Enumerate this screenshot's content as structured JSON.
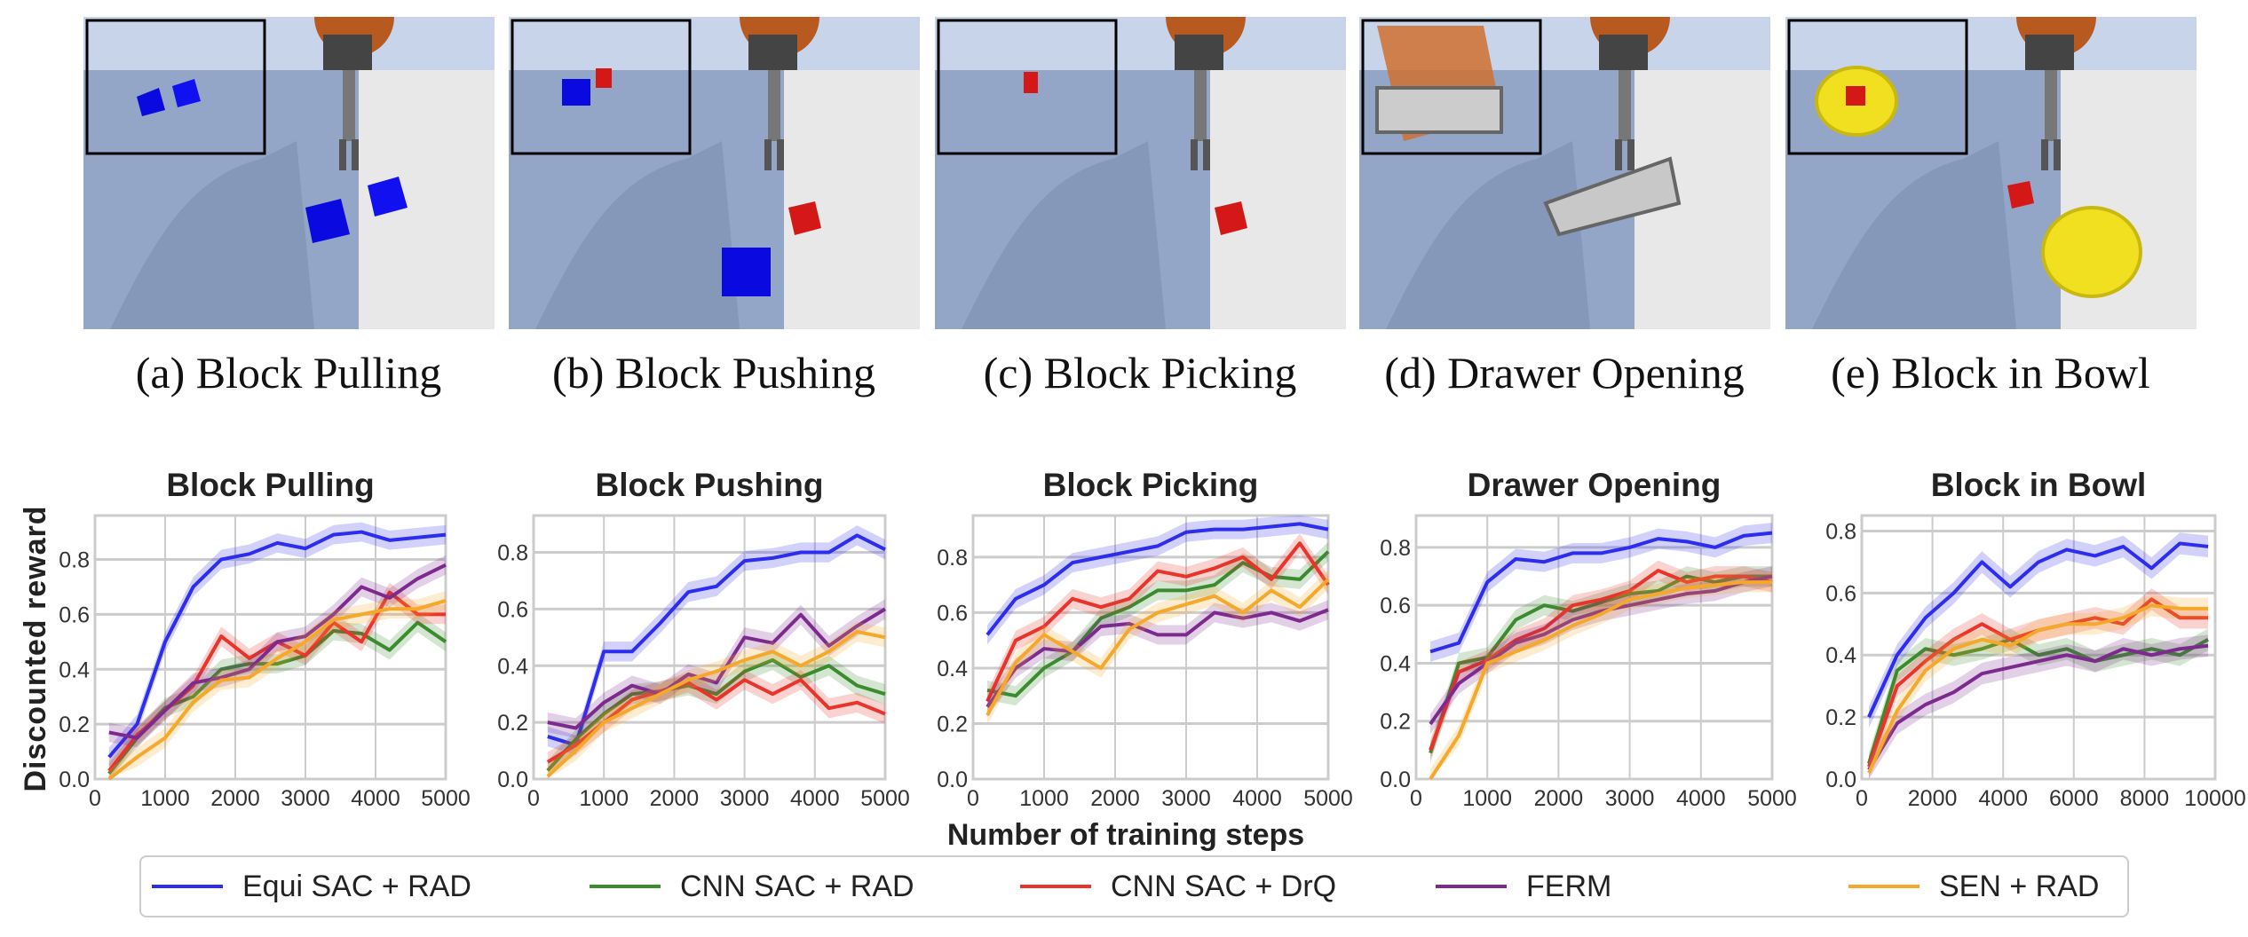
{
  "colors": {
    "equi": "#2d2df0",
    "cnn_rad": "#3b8b2f",
    "cnn_drq": "#e8342a",
    "ferm": "#7d2a8f",
    "sen": "#f5a82a"
  },
  "scenes": [
    {
      "caption": "(a) Block Pulling",
      "task": "pulling"
    },
    {
      "caption": "(b) Block Pushing",
      "task": "pushing"
    },
    {
      "caption": "(c) Block Picking",
      "task": "picking"
    },
    {
      "caption": "(d) Drawer Opening",
      "task": "drawer"
    },
    {
      "caption": "(e) Block in Bowl",
      "task": "bowl"
    }
  ],
  "axis": {
    "ylabel": "Discounted reward",
    "xlabel": "Number of training steps"
  },
  "legend": [
    {
      "key": "equi",
      "label": "Equi SAC + RAD"
    },
    {
      "key": "cnn_rad",
      "label": "CNN SAC + RAD"
    },
    {
      "key": "cnn_drq",
      "label": "CNN SAC + DrQ"
    },
    {
      "key": "ferm",
      "label": "FERM"
    },
    {
      "key": "sen",
      "label": "SEN + RAD"
    }
  ],
  "chart_data": [
    {
      "type": "line",
      "title": "Block Pulling",
      "xlim": [
        0,
        5000
      ],
      "ylim": [
        0,
        0.96
      ],
      "xticks": [
        0,
        1000,
        2000,
        3000,
        4000,
        5000
      ],
      "yticks": [
        0.0,
        0.2,
        0.4,
        0.6,
        0.8
      ],
      "grid": true,
      "x": [
        200,
        600,
        1000,
        1400,
        1800,
        2200,
        2600,
        3000,
        3400,
        3800,
        4200,
        4600,
        5000
      ],
      "series": [
        {
          "key": "equi",
          "name": "Equi SAC + RAD",
          "values": [
            0.08,
            0.2,
            0.5,
            0.7,
            0.8,
            0.82,
            0.86,
            0.84,
            0.89,
            0.9,
            0.87,
            0.88,
            0.89
          ]
        },
        {
          "key": "cnn_rad",
          "name": "CNN SAC + RAD",
          "values": [
            0.02,
            0.15,
            0.26,
            0.3,
            0.4,
            0.42,
            0.42,
            0.45,
            0.54,
            0.53,
            0.47,
            0.57,
            0.5
          ]
        },
        {
          "key": "cnn_drq",
          "name": "CNN SAC + DrQ",
          "values": [
            0.03,
            0.16,
            0.25,
            0.34,
            0.52,
            0.44,
            0.5,
            0.45,
            0.57,
            0.5,
            0.68,
            0.6,
            0.6
          ]
        },
        {
          "key": "ferm",
          "name": "FERM",
          "values": [
            0.17,
            0.15,
            0.25,
            0.35,
            0.37,
            0.4,
            0.5,
            0.52,
            0.6,
            0.7,
            0.66,
            0.73,
            0.78
          ]
        },
        {
          "key": "sen",
          "name": "SEN + RAD",
          "values": [
            0.0,
            0.08,
            0.15,
            0.28,
            0.36,
            0.37,
            0.44,
            0.5,
            0.58,
            0.6,
            0.62,
            0.62,
            0.65
          ]
        }
      ]
    },
    {
      "type": "line",
      "title": "Block Pushing",
      "xlim": [
        0,
        5000
      ],
      "ylim": [
        0,
        0.93
      ],
      "xticks": [
        0,
        1000,
        2000,
        3000,
        4000,
        5000
      ],
      "yticks": [
        0.0,
        0.2,
        0.4,
        0.6,
        0.8
      ],
      "grid": true,
      "x": [
        200,
        600,
        1000,
        1400,
        1800,
        2200,
        2600,
        3000,
        3400,
        3800,
        4200,
        4600,
        5000
      ],
      "series": [
        {
          "key": "equi",
          "name": "Equi SAC + RAD",
          "values": [
            0.15,
            0.12,
            0.45,
            0.45,
            0.55,
            0.66,
            0.68,
            0.77,
            0.78,
            0.8,
            0.8,
            0.86,
            0.81
          ]
        },
        {
          "key": "cnn_rad",
          "name": "CNN SAC + RAD",
          "values": [
            0.03,
            0.14,
            0.23,
            0.3,
            0.31,
            0.33,
            0.3,
            0.38,
            0.42,
            0.36,
            0.4,
            0.33,
            0.3
          ]
        },
        {
          "key": "cnn_drq",
          "name": "CNN SAC + DrQ",
          "values": [
            0.06,
            0.12,
            0.2,
            0.28,
            0.31,
            0.34,
            0.28,
            0.35,
            0.3,
            0.35,
            0.25,
            0.27,
            0.23
          ]
        },
        {
          "key": "ferm",
          "name": "FERM",
          "values": [
            0.2,
            0.18,
            0.27,
            0.33,
            0.3,
            0.37,
            0.34,
            0.5,
            0.48,
            0.58,
            0.47,
            0.54,
            0.6
          ]
        },
        {
          "key": "sen",
          "name": "SEN + RAD",
          "values": [
            0.01,
            0.1,
            0.2,
            0.25,
            0.3,
            0.35,
            0.38,
            0.42,
            0.45,
            0.4,
            0.45,
            0.52,
            0.5
          ]
        }
      ]
    },
    {
      "type": "line",
      "title": "Block Picking",
      "xlim": [
        0,
        5000
      ],
      "ylim": [
        0,
        0.95
      ],
      "xticks": [
        0,
        1000,
        2000,
        3000,
        4000,
        5000
      ],
      "yticks": [
        0.0,
        0.2,
        0.4,
        0.6,
        0.8
      ],
      "grid": true,
      "x": [
        200,
        600,
        1000,
        1400,
        1800,
        2200,
        2600,
        3000,
        3400,
        3800,
        4200,
        4600,
        5000
      ],
      "series": [
        {
          "key": "equi",
          "name": "Equi SAC + RAD",
          "values": [
            0.52,
            0.65,
            0.7,
            0.78,
            0.8,
            0.82,
            0.84,
            0.89,
            0.9,
            0.9,
            0.91,
            0.92,
            0.9
          ]
        },
        {
          "key": "cnn_rad",
          "name": "CNN SAC + RAD",
          "values": [
            0.32,
            0.3,
            0.4,
            0.46,
            0.58,
            0.62,
            0.68,
            0.68,
            0.7,
            0.78,
            0.73,
            0.72,
            0.82
          ]
        },
        {
          "key": "cnn_drq",
          "name": "CNN SAC + DrQ",
          "values": [
            0.28,
            0.5,
            0.55,
            0.65,
            0.62,
            0.65,
            0.75,
            0.73,
            0.76,
            0.8,
            0.72,
            0.85,
            0.7
          ]
        },
        {
          "key": "ferm",
          "name": "FERM",
          "values": [
            0.26,
            0.4,
            0.47,
            0.46,
            0.55,
            0.56,
            0.52,
            0.52,
            0.6,
            0.58,
            0.6,
            0.57,
            0.61
          ]
        },
        {
          "key": "sen",
          "name": "SEN + RAD",
          "values": [
            0.23,
            0.42,
            0.52,
            0.46,
            0.4,
            0.54,
            0.6,
            0.63,
            0.66,
            0.6,
            0.68,
            0.62,
            0.72
          ]
        }
      ]
    },
    {
      "type": "line",
      "title": "Drawer Opening",
      "xlim": [
        0,
        5000
      ],
      "ylim": [
        0,
        0.91
      ],
      "xticks": [
        0,
        1000,
        2000,
        3000,
        4000,
        5000
      ],
      "yticks": [
        0.0,
        0.2,
        0.4,
        0.6,
        0.8
      ],
      "grid": true,
      "x": [
        200,
        600,
        1000,
        1400,
        1800,
        2200,
        2600,
        3000,
        3400,
        3800,
        4200,
        4600,
        5000
      ],
      "series": [
        {
          "key": "equi",
          "name": "Equi SAC + RAD",
          "values": [
            0.44,
            0.47,
            0.68,
            0.76,
            0.75,
            0.78,
            0.78,
            0.8,
            0.83,
            0.82,
            0.8,
            0.84,
            0.85
          ]
        },
        {
          "key": "cnn_rad",
          "name": "CNN SAC + RAD",
          "values": [
            0.09,
            0.4,
            0.42,
            0.55,
            0.6,
            0.58,
            0.61,
            0.64,
            0.65,
            0.7,
            0.68,
            0.7,
            0.7
          ]
        },
        {
          "key": "cnn_drq",
          "name": "CNN SAC + DrQ",
          "values": [
            0.1,
            0.37,
            0.41,
            0.48,
            0.52,
            0.6,
            0.62,
            0.65,
            0.72,
            0.68,
            0.7,
            0.7,
            0.68
          ]
        },
        {
          "key": "ferm",
          "name": "FERM",
          "values": [
            0.19,
            0.33,
            0.4,
            0.47,
            0.5,
            0.55,
            0.58,
            0.6,
            0.62,
            0.64,
            0.65,
            0.68,
            0.7
          ]
        },
        {
          "key": "sen",
          "name": "SEN + RAD",
          "values": [
            0.0,
            0.15,
            0.4,
            0.44,
            0.48,
            0.53,
            0.57,
            0.62,
            0.64,
            0.66,
            0.67,
            0.68,
            0.68
          ]
        }
      ]
    },
    {
      "type": "line",
      "title": "Block in Bowl",
      "xlim": [
        0,
        10000
      ],
      "ylim": [
        0,
        0.85
      ],
      "xticks": [
        0,
        2000,
        4000,
        6000,
        8000,
        10000
      ],
      "yticks": [
        0.0,
        0.2,
        0.4,
        0.6,
        0.8
      ],
      "grid": true,
      "x": [
        200,
        1000,
        1800,
        2600,
        3400,
        4200,
        5000,
        5800,
        6600,
        7400,
        8200,
        9000,
        9800
      ],
      "series": [
        {
          "key": "equi",
          "name": "Equi SAC + RAD",
          "values": [
            0.2,
            0.4,
            0.52,
            0.6,
            0.7,
            0.62,
            0.7,
            0.74,
            0.72,
            0.75,
            0.68,
            0.76,
            0.75
          ]
        },
        {
          "key": "cnn_rad",
          "name": "CNN SAC + RAD",
          "values": [
            0.05,
            0.35,
            0.42,
            0.4,
            0.42,
            0.45,
            0.4,
            0.42,
            0.38,
            0.4,
            0.42,
            0.4,
            0.45
          ]
        },
        {
          "key": "cnn_drq",
          "name": "CNN SAC + DrQ",
          "values": [
            0.04,
            0.3,
            0.38,
            0.45,
            0.5,
            0.45,
            0.48,
            0.5,
            0.52,
            0.5,
            0.58,
            0.52,
            0.52
          ]
        },
        {
          "key": "ferm",
          "name": "FERM",
          "values": [
            0.03,
            0.18,
            0.24,
            0.28,
            0.34,
            0.36,
            0.38,
            0.4,
            0.38,
            0.42,
            0.4,
            0.42,
            0.43
          ]
        },
        {
          "key": "sen",
          "name": "SEN + RAD",
          "values": [
            0.02,
            0.22,
            0.35,
            0.42,
            0.45,
            0.43,
            0.48,
            0.5,
            0.5,
            0.52,
            0.56,
            0.55,
            0.55
          ]
        }
      ]
    }
  ]
}
